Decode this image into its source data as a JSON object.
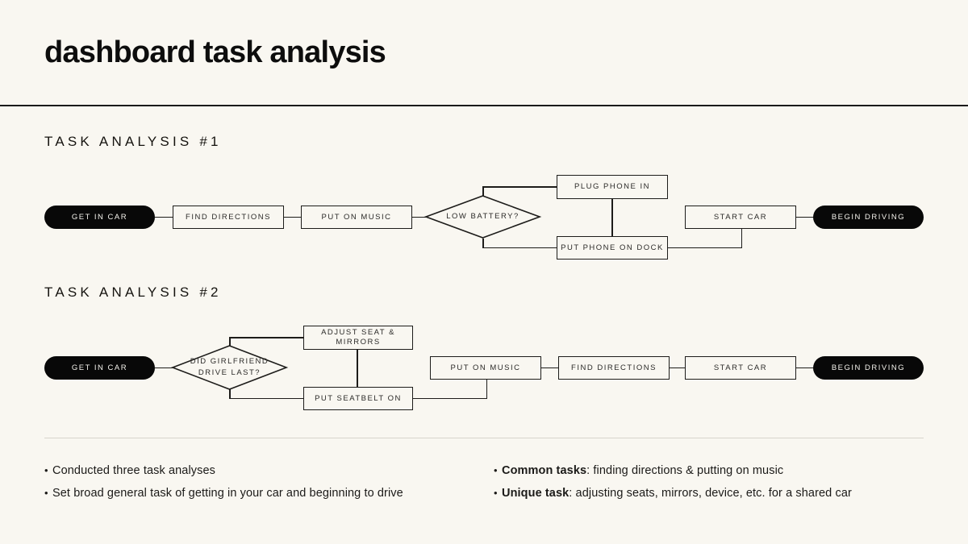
{
  "header": {
    "title": "dashboard task analysis"
  },
  "sections": [
    {
      "heading": "TASK ANALYSIS #1"
    },
    {
      "heading": "TASK ANALYSIS #2"
    }
  ],
  "flow1": {
    "nodes": {
      "start": "GET IN CAR",
      "find_directions": "FIND DIRECTIONS",
      "put_on_music": "PUT ON MUSIC",
      "decision": "LOW BATTERY?",
      "plug_phone_in": "PLUG PHONE IN",
      "put_phone_on_dock": "PUT PHONE ON DOCK",
      "start_car": "START CAR",
      "end": "BEGIN DRIVING"
    }
  },
  "flow2": {
    "nodes": {
      "start": "GET IN CAR",
      "decision_line1": "DID GIRLFRIEND",
      "decision_line2": "DRIVE LAST?",
      "adjust_seat": "ADJUST SEAT & MIRRORS",
      "put_seatbelt_on": "PUT SEATBELT ON",
      "put_on_music": "PUT ON MUSIC",
      "find_directions": "FIND DIRECTIONS",
      "start_car": "START CAR",
      "end": "BEGIN DRIVING"
    }
  },
  "bullets": {
    "marker": "•",
    "left": [
      {
        "lead": "",
        "text": "Conducted three task analyses"
      },
      {
        "lead": "",
        "text": "Set broad general task of getting in your car and beginning to drive"
      }
    ],
    "right": [
      {
        "lead": "Common tasks",
        "text": ": finding directions & putting on music"
      },
      {
        "lead": "Unique task",
        "text": ": adjusting seats, mirrors, device, etc. for a shared car"
      }
    ]
  },
  "colors": {
    "background": "#f9f7f1",
    "ink": "#1d1c1a",
    "terminal_fill": "#080808",
    "terminal_text": "#f4f2ec",
    "divider": "#d8d5cc"
  }
}
